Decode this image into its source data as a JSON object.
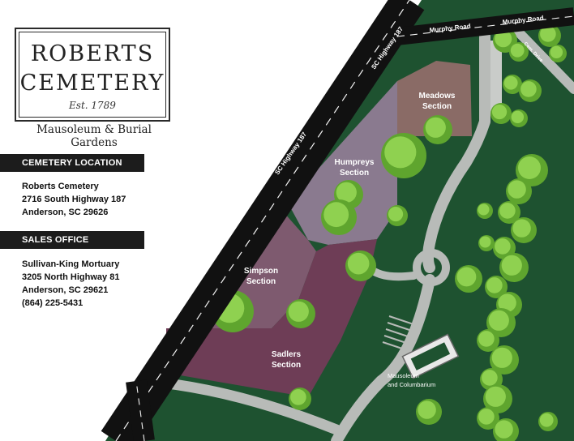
{
  "logo": {
    "line1": "ROBERTS",
    "line2": "CEMETERY",
    "established": "Est. 1789",
    "tagline": "Mausoleum & Burial Gardens"
  },
  "location": {
    "heading": "CEMETERY LOCATION",
    "lines": [
      "Roberts Cemetery",
      "2716 South Highway 187",
      "Anderson, SC 29626"
    ]
  },
  "sales": {
    "heading": "SALES OFFICE",
    "lines": [
      "Sullivan-King Mortuary",
      "3205 North Highway 81",
      "Anderson, SC 29621",
      "(864) 225-5431"
    ]
  },
  "map": {
    "roads": {
      "highway": "SC Highway 187",
      "murphy_1": "Murphy Road",
      "murphy_2": "Murphy Road",
      "cem_drive": "Cem. Drive"
    },
    "sections": {
      "meadows": [
        "Meadows",
        "Section"
      ],
      "humpreys": [
        "Humpreys",
        "Section"
      ],
      "simpson": [
        "Simpson",
        "Section"
      ],
      "sadlers": [
        "Sadlers",
        "Section"
      ]
    },
    "mausoleum": [
      "Mausoleum",
      "and Columbarium"
    ]
  },
  "colors": {
    "grass": "#1e5230",
    "road": "#111111",
    "path": "#b8bbb8",
    "meadows": "#8a6b66",
    "humpreys": "#8a7a8f",
    "simpson": "#7e5a6f",
    "sadlers": "#6e3d56",
    "tree": "#7bc043"
  }
}
